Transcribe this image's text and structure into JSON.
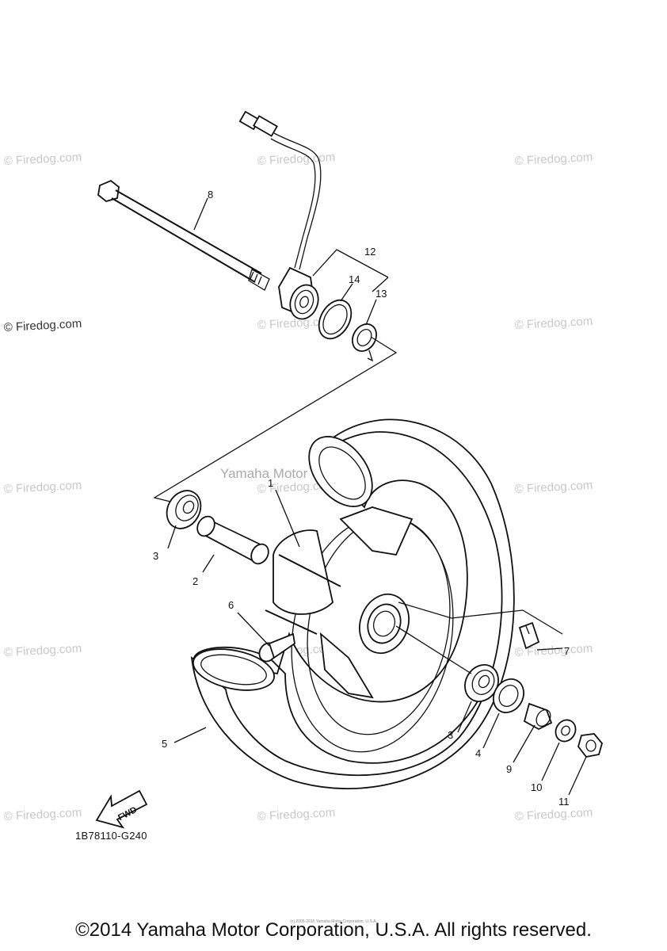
{
  "watermark": "© Firedog.com",
  "source_watermark": "Yamaha Motor Corp. U.S.A.",
  "diagram_code": "1B78110-G240",
  "fwd_label": "FWD",
  "copyright": "©2014 Yamaha Motor Corporation, U.S.A. All rights reserved.",
  "small_print": "(c) 2005-2015 Yamaha Motor Corporation, U.S.A.",
  "part_labels": [
    "1",
    "2",
    "3",
    "3",
    "4",
    "5",
    "6",
    "7",
    "8",
    "9",
    "10",
    "11",
    "12",
    "13",
    "14"
  ]
}
